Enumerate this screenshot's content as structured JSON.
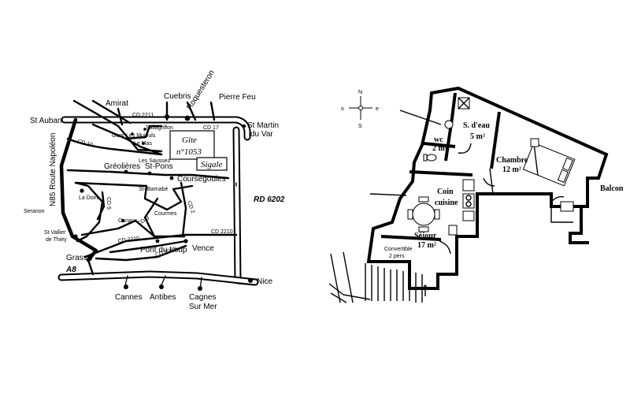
{
  "map": {
    "towns": {
      "amirat": "Amirat",
      "cuebris": "Cuebris",
      "roquesteron": "Roquesteron",
      "pierre_feu": "Pierre Feu",
      "st_auban": "St Auban",
      "st_martin_du_var": "St Martin\ndu Var",
      "gars": "Gars",
      "les_mujouls": "Les Mujouls",
      "sallagriffon": "Sallagriffon",
      "le_mas": "Le Mas",
      "les_sausses": "Les Sausses",
      "greolieres": "Gréolières",
      "st_pons": "St-Pons",
      "coursegoules": "Coursegoules",
      "st_barnabe": "St- Barnabé",
      "la_doire": "La Doire",
      "canaux": "Canaux",
      "courmes": "Courmes",
      "seranon": "Seranon",
      "st_vallier": "St Vallier\nde Thiey",
      "grasse": "Grasse",
      "pont_du_loup": "Pont du Loup",
      "vence": "Vence",
      "nice": "Nice",
      "cannes": "Cannes",
      "antibes": "Antibes",
      "cagnes": "Cagnes\nSur Mer"
    },
    "roads": {
      "cd2211": "CD 2211",
      "cd17": "CD 17",
      "cd10": "CD 10",
      "cd5": "CD 5",
      "cd2": "CD 2",
      "cd3": "CD 3",
      "cd2210_a": "CD 2210",
      "cd2210_b": "CD 2210",
      "cd2085": "CD 2085",
      "n85": "N85 Route Napoléon",
      "rd6202": "RD 6202",
      "a8": "A8"
    },
    "gite_box": {
      "title": "Gîte",
      "number": "n°1053",
      "name": "Sigale"
    }
  },
  "compass": {
    "n": "N",
    "s": "S",
    "e": "e",
    "o": "o"
  },
  "plan": {
    "rooms": {
      "salle_eau": "S. d'eau",
      "salle_eau_area": "5 m²",
      "wc": "wc",
      "wc_area": "2 m²",
      "chambre": "Chambre",
      "chambre_area": "12 m²",
      "balcon": "Balcon",
      "coin": "Coin",
      "cuisine": "cuisine",
      "sejour": "Séjour",
      "sejour_area": "17 m²",
      "convertible": "Convertible",
      "convertible_pers": "2 pers"
    }
  }
}
